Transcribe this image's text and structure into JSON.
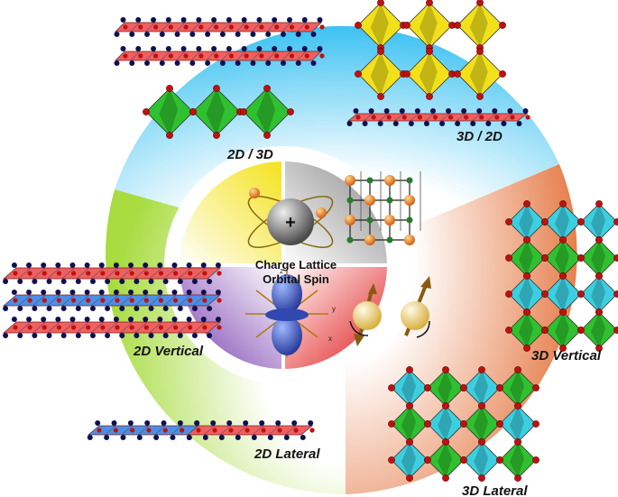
{
  "labels": {
    "d2_3d": "2D / 3D",
    "d3_2d": "3D / 2D",
    "d2_vertical": "2D Vertical",
    "d3_vertical": "3D Vertical",
    "d2_lateral": "2D Lateral",
    "d3_lateral": "3D Lateral"
  },
  "center": {
    "line1": "Charge Lattice",
    "line2": "Orbital Spin",
    "plus": "+",
    "axes": {
      "z": "z",
      "y": "y",
      "x": "x"
    }
  },
  "colors": {
    "ring_blue": "#45c6f3",
    "ring_green": "#b5e05a",
    "ring_orange": "#e8946a",
    "octa_green": "#2fc12f",
    "octa_yellow": "#f2e11a",
    "octa_cyan": "#3ccfe0",
    "sheet_red": "#f06060",
    "sheet_blue": "#4a8fe8",
    "atom_red": "#c01010",
    "atom_navy": "#101050"
  }
}
